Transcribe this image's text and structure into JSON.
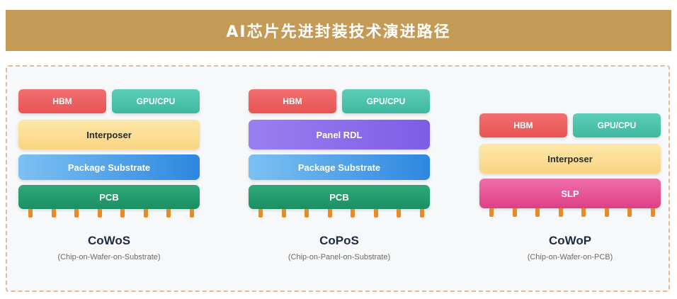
{
  "title": "AI芯片先进封装技术演进路径",
  "packages": [
    {
      "name": "CoWoS",
      "full": "(Chip-on-Wafer-on-Substrate)",
      "top": [
        "HBM",
        "GPU/CPU"
      ],
      "layers": [
        "Interposer",
        "Package Substrate",
        "PCB"
      ]
    },
    {
      "name": "CoPoS",
      "full": "(Chip-on-Panel-on-Substrate)",
      "top": [
        "HBM",
        "GPU/CPU"
      ],
      "layers": [
        "Panel RDL",
        "Package Substrate",
        "PCB"
      ]
    },
    {
      "name": "CoWoP",
      "full": "(Chip-on-Wafer-on-PCB)",
      "top": [
        "HBM",
        "GPU/CPU"
      ],
      "layers": [
        "Interposer",
        "SLP"
      ]
    }
  ],
  "colors": {
    "title_bg": "#c49a55",
    "hbm": "#e85454",
    "gpu_cpu": "#3fb89f",
    "interposer": "#fad583",
    "panel_rdl": "#7c5ee6",
    "substrate": "#2d87e0",
    "pcb": "#1b8f63",
    "slp": "#de3f86",
    "pins": "#e98a26"
  }
}
